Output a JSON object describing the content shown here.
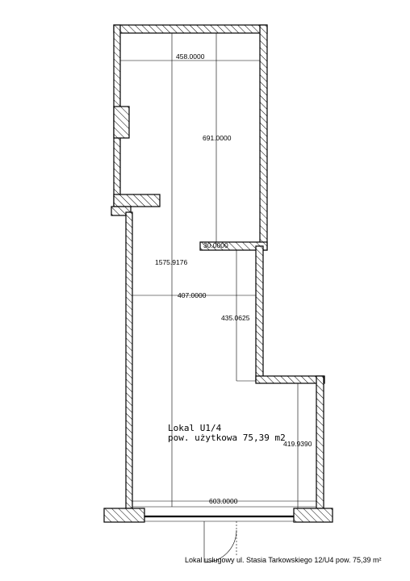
{
  "plan": {
    "room_name": "Lokal U1/4",
    "room_area_text": "pow. użytkowa 75,39 m2",
    "caption": "Lokal usługowy ul. Stasia Tarkowskiego 12/U4 pow. 75,39 m²"
  },
  "dimensions": {
    "top_width": "458.0000",
    "upper_height": "691.0000",
    "step": "30.0000",
    "total_height": "1575.9176",
    "mid_width": "407.0000",
    "mid_height": "435.0625",
    "right_height": "419.9390",
    "bottom_width": "603.0000"
  }
}
